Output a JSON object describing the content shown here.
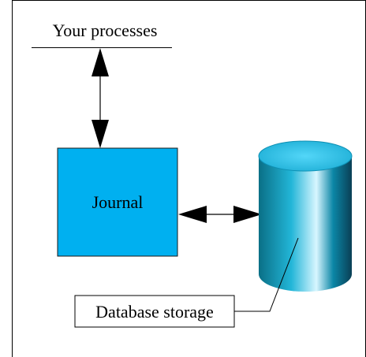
{
  "diagram": {
    "nodes": {
      "processes": {
        "label": "Your processes"
      },
      "journal": {
        "label": "Journal",
        "fill": "#00b0f0"
      },
      "database": {
        "label": "Database storage",
        "colors": [
          "#0a6f86",
          "#22b6d8",
          "#d8f6ff",
          "#0b86a6",
          "#0a3f55"
        ]
      }
    },
    "edges": [
      {
        "from": "processes",
        "to": "journal",
        "type": "bidirectional-arrow"
      },
      {
        "from": "journal",
        "to": "database",
        "type": "bidirectional-arrow"
      }
    ]
  }
}
